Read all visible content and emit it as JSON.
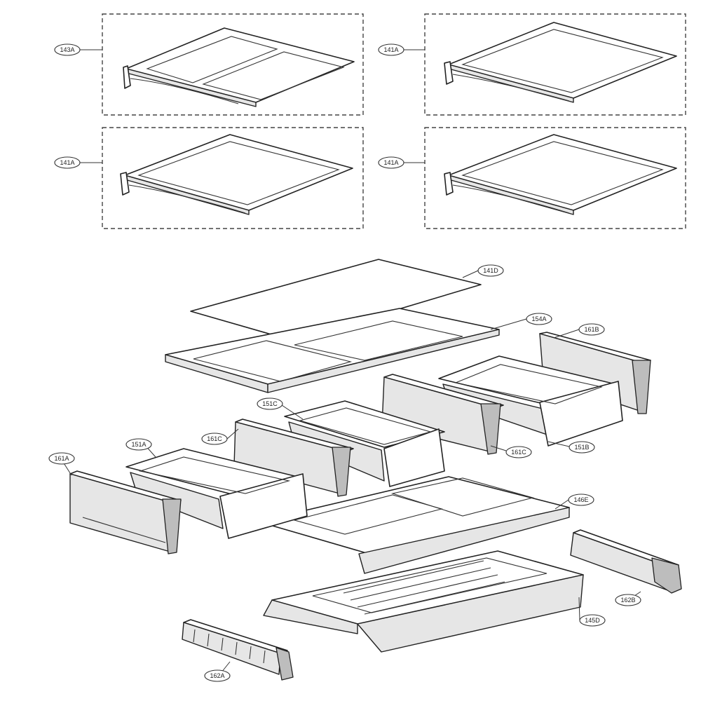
{
  "labels": {
    "shelf_143a": "143A",
    "shelf_141a_tr": "141A",
    "shelf_141a_ml": "141A",
    "shelf_141a_mr": "141A",
    "glass_141d": "141D",
    "frame_154a": "154A",
    "cover_161b": "161B",
    "drawer_151c": "151C",
    "cover_161c_left": "161C",
    "drawer_151a": "151A",
    "cover_161a": "161A",
    "cover_161c_right": "161C",
    "drawer_151b": "151B",
    "cover_146e": "146E",
    "rail_162b": "162B",
    "tray_145d": "145D",
    "rail_162a": "162A"
  }
}
